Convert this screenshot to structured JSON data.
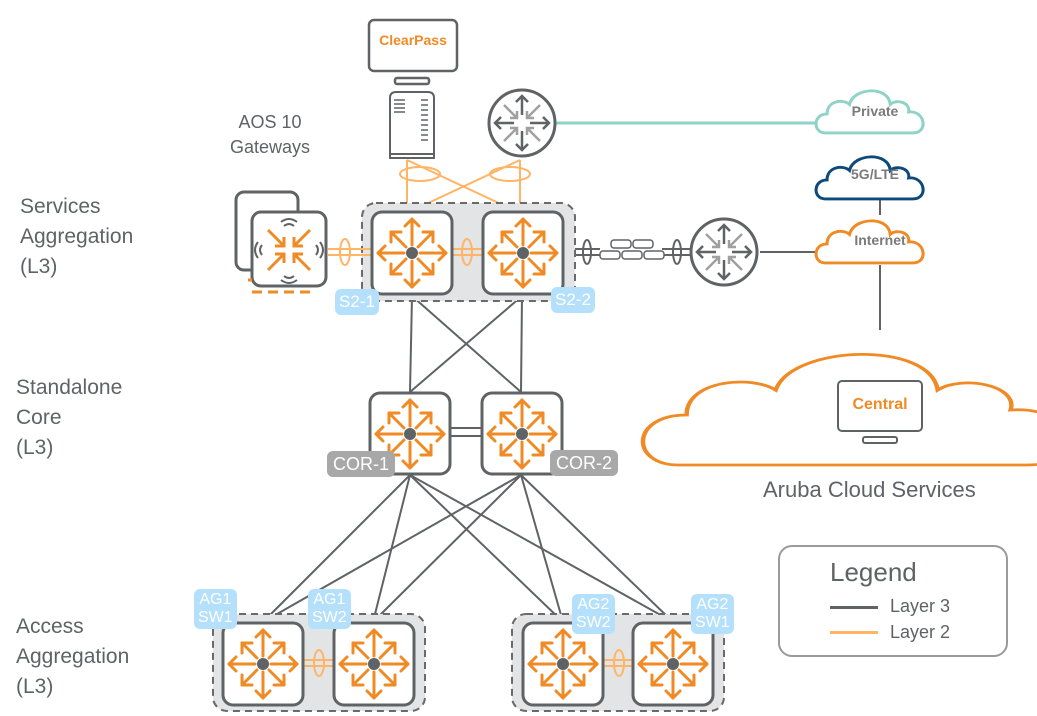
{
  "tiers": [
    {
      "id": "services",
      "label": "Services\nAggregation\n(L3)"
    },
    {
      "id": "core",
      "label": "Standalone\nCore\n(L3)"
    },
    {
      "id": "access",
      "label": "Access\nAggregation\n(L3)"
    }
  ],
  "gateways": {
    "label": "AOS 10\nGateways"
  },
  "clearpass": {
    "label": "ClearPass"
  },
  "switches": {
    "s2_1": "S2-1",
    "s2_2": "S2-2",
    "cor_1": "COR-1",
    "cor_2": "COR-2",
    "ag1_sw1": "AG1\nSW1",
    "ag1_sw2": "AG1\nSW2",
    "ag2_sw2": "AG2\nSW2",
    "ag2_sw1": "AG2\nSW1"
  },
  "clouds": {
    "private": "Private",
    "lte": "5G/LTE",
    "internet": "Internet",
    "central": "Central",
    "cloud_services": "Aruba Cloud Services"
  },
  "legend": {
    "title": "Legend",
    "items": [
      {
        "label": "Layer 3",
        "color": "#5f6366"
      },
      {
        "label": "Layer 2",
        "color": "#ffb466"
      }
    ]
  },
  "colors": {
    "orange": "#f08a24",
    "light_orange": "#ffb466",
    "gray_line": "#5f6366",
    "teal": "#8fd3c7",
    "navy": "#0d4a7a",
    "badge_blue": "#b5e0fb",
    "badge_gray": "#a8a8a8",
    "group_fill": "#e3e4e6"
  }
}
